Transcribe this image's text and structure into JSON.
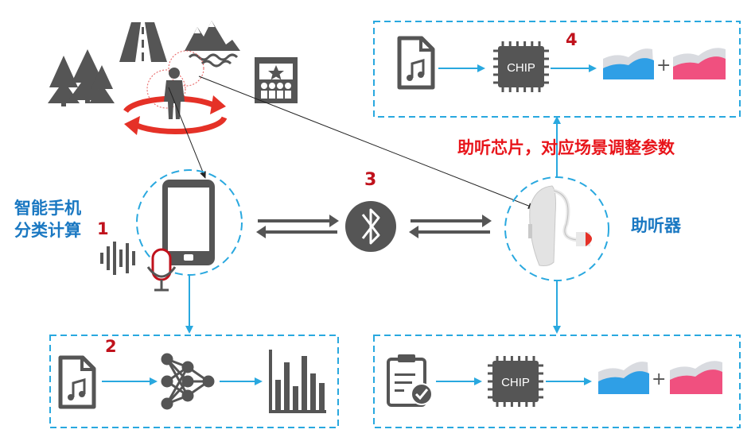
{
  "labels": {
    "phone_compute": [
      "智能手机",
      "分类计算"
    ],
    "hearing_aid": "助听器",
    "chip_caption": "助听芯片，对应场景调整参数",
    "chip_text": "CHIP",
    "plus": "+"
  },
  "steps": {
    "s1": "1",
    "s2": "2",
    "s3": "3",
    "s4": "4"
  },
  "icons": [
    "forest-icon",
    "road-icon",
    "mountain-lake-icon",
    "theater-icon",
    "person-icon",
    "rotation-arrows-icon",
    "smartphone-icon",
    "sound-wave-icon",
    "microphone-icon",
    "bluetooth-icon",
    "exchange-arrows-icon",
    "hearing-aid-icon",
    "audio-file-icon",
    "neural-network-icon",
    "bar-chart-icon",
    "chip-icon",
    "clipboard-check-icon",
    "spectrum-blue-icon",
    "spectrum-pink-icon"
  ],
  "colors": {
    "accent_blue": "#29a8df",
    "label_blue": "#1a78c2",
    "label_red": "#e8151b",
    "icon_gray": "#555555",
    "spectrum_blue": "#2f9fe6",
    "spectrum_pink": "#f0507f"
  }
}
